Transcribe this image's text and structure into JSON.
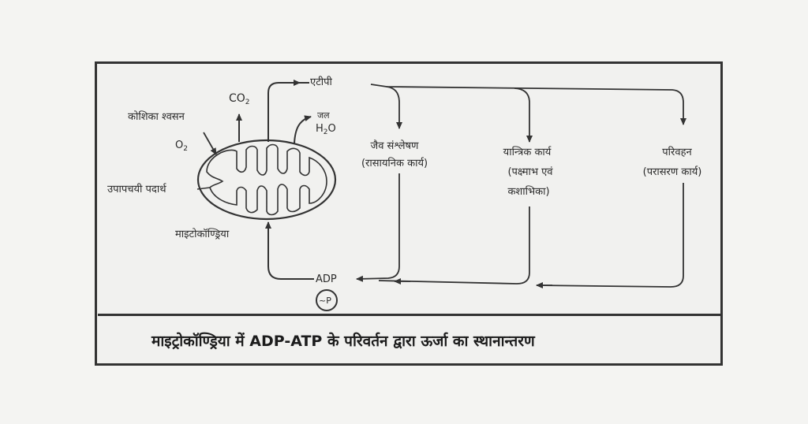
{
  "caption": "माइट्रोकॉण्ड्रिया में ADP-ATP के परिवर्तन द्वारा ऊर्जा का स्थानान्तरण",
  "labels": {
    "atp": "एटीपी",
    "co2": "CO",
    "co2_sub": "2",
    "cellular_respiration": "कोशिका श्वसन",
    "water": "जल",
    "water_formula": "H",
    "water_sub": "2",
    "water_o": "O",
    "oxygen": "O",
    "oxygen_sub": "2",
    "metabolite": "उपापचयी पदार्थ",
    "mitochondria": "माइटोकॉण्ड्रिया",
    "adp": "ADP",
    "phosphate": "~P",
    "biosynthesis": "जैव संश्लेषण",
    "biosynthesis_sub": "(रासायनिक कार्य)",
    "mechanical_work": "यान्त्रिक कार्य",
    "mechanical_sub1": "(पक्ष्माभ एवं",
    "mechanical_sub2": "कशाभिका)",
    "transport": "परिवहन",
    "transport_sub": "(परासरण कार्य)"
  }
}
